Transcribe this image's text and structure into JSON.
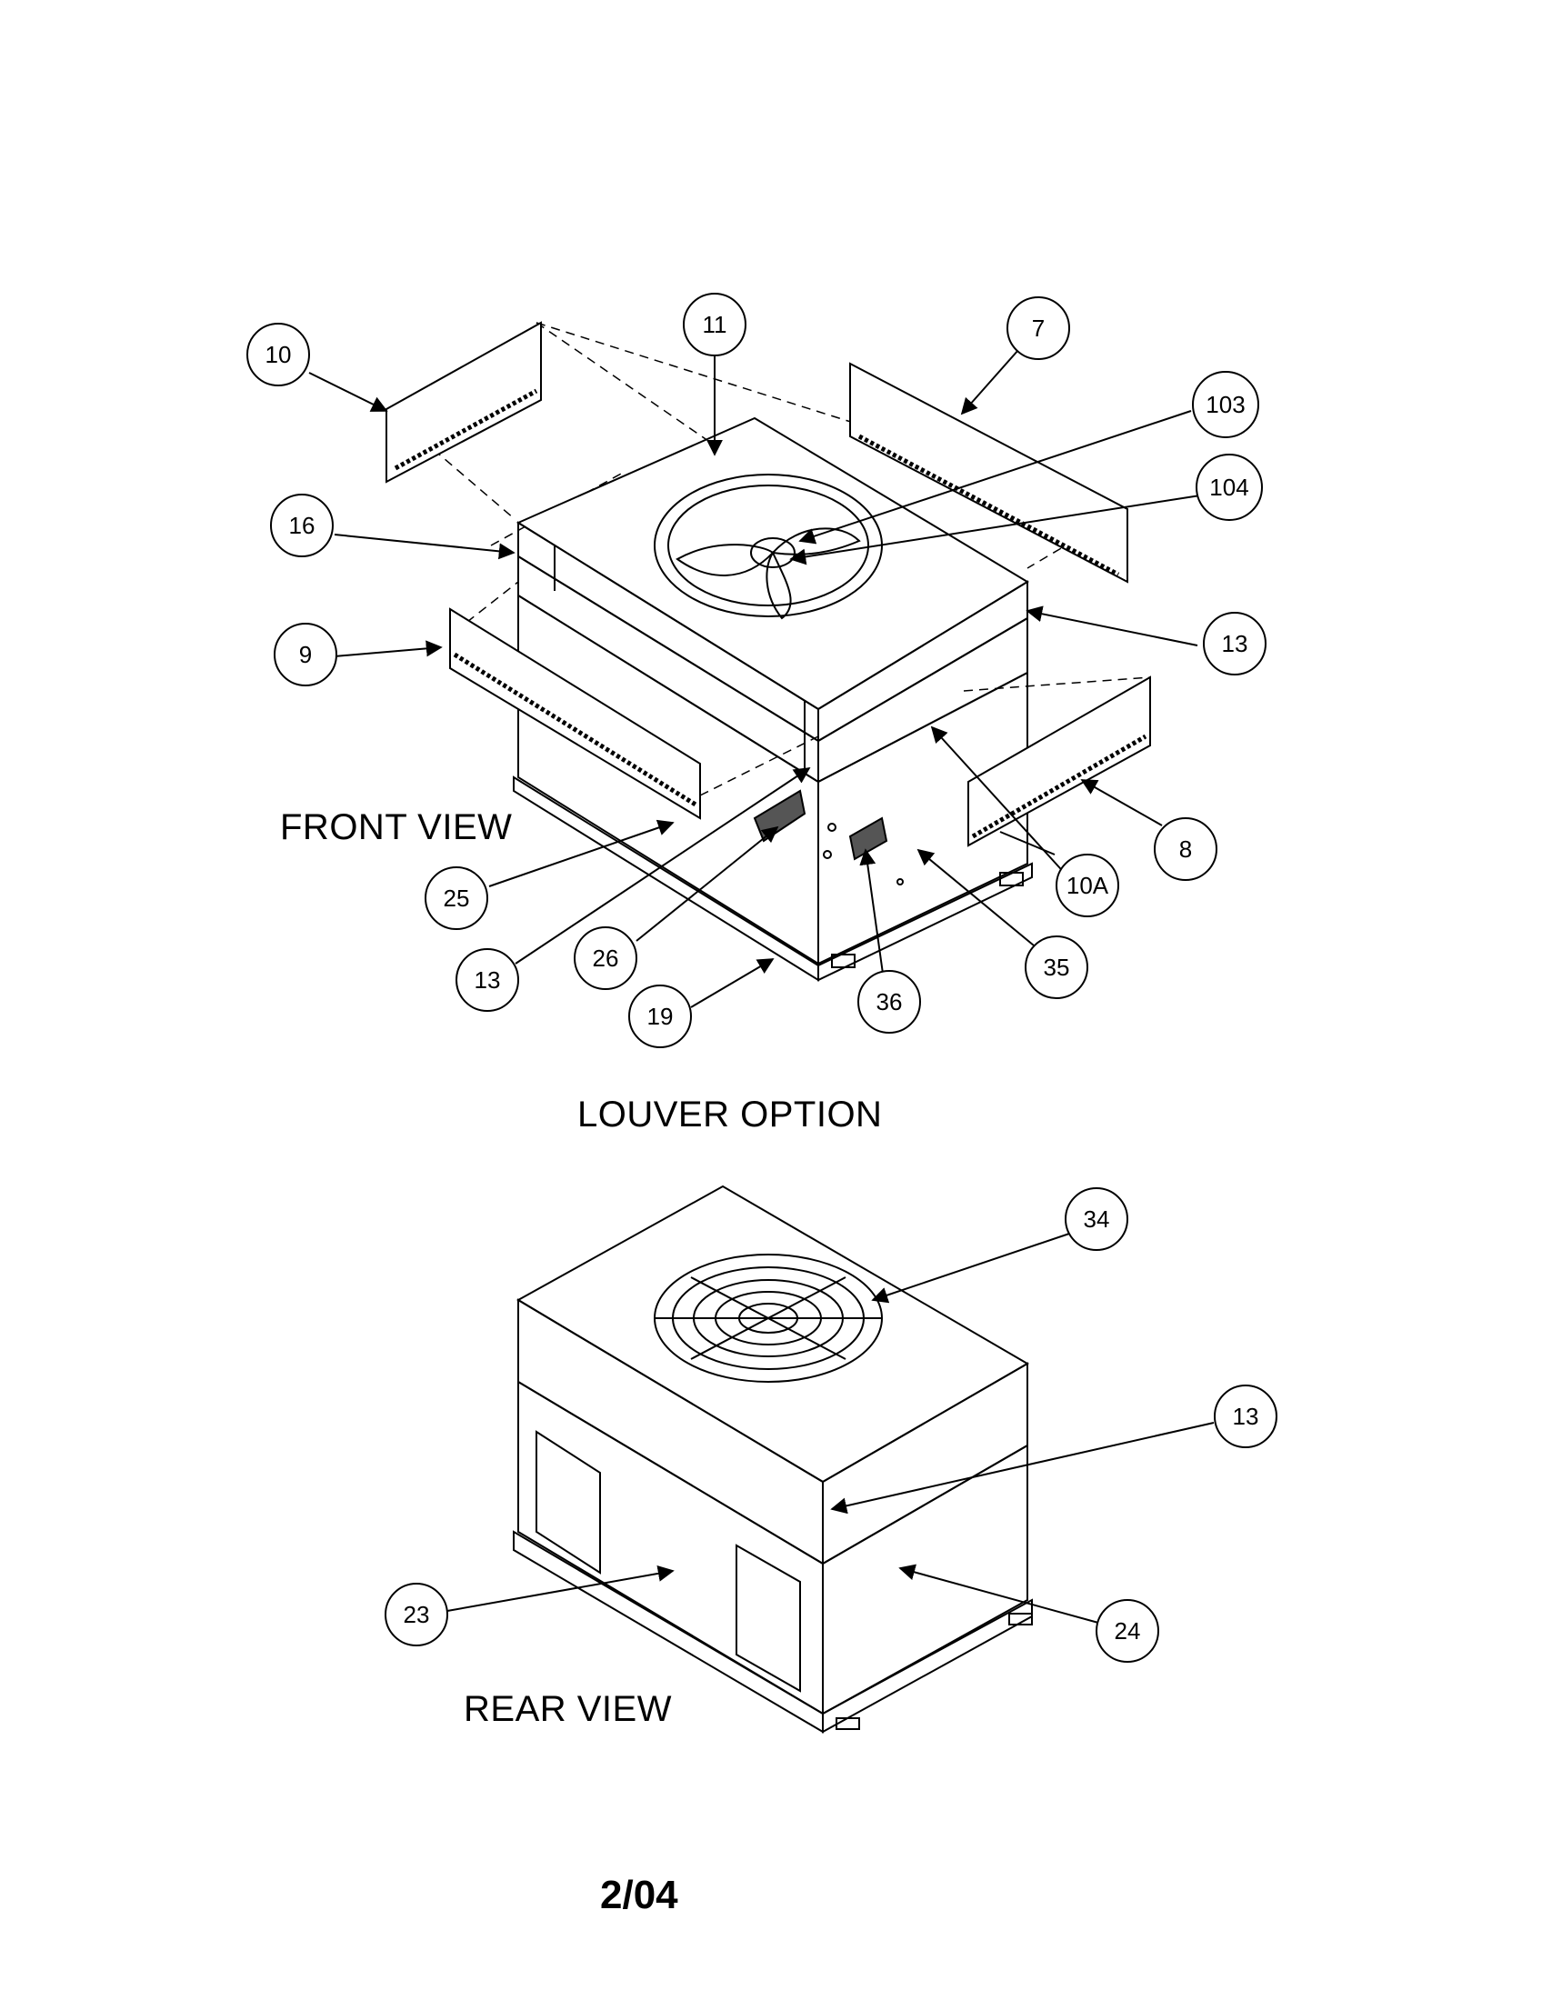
{
  "views": {
    "front_label": "FRONT VIEW",
    "louver_label": "LOUVER OPTION",
    "rear_label": "REAR VIEW"
  },
  "footer": {
    "date": "2/04"
  },
  "callouts": {
    "c10": "10",
    "c11": "11",
    "c7": "7",
    "c103": "103",
    "c104": "104",
    "c16": "16",
    "c9": "9",
    "c13a": "13",
    "c8": "8",
    "c10A": "10A",
    "c25": "25",
    "c13b": "13",
    "c26": "26",
    "c19": "19",
    "c36": "36",
    "c35": "35",
    "c34": "34",
    "c13c": "13",
    "c23": "23",
    "c24": "24"
  }
}
